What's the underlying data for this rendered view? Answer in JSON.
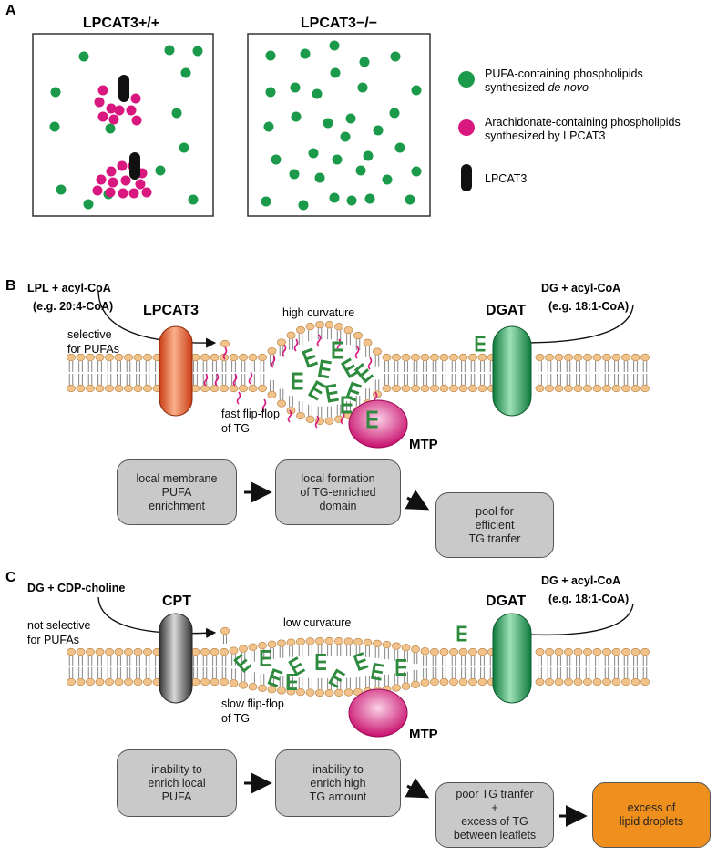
{
  "panel_a": {
    "label": "A",
    "wt_title": "LPCAT3+/+",
    "ko_title": "LPCAT3−/−",
    "legend": {
      "pufa_line1": "PUFA-containing phospholipids",
      "pufa_line2_plain": "synthesized ",
      "pufa_line2_italic": "de novo",
      "ara_line1": "Arachidonate-containing phospholipids",
      "ara_line2": "synthesized by LPCAT3",
      "lpcat3": "LPCAT3"
    }
  },
  "panel_b": {
    "label": "B",
    "left_sub_1": "LPL + acyl-CoA",
    "left_sub_2": "(e.g. 20:4-CoA)",
    "left_enzyme": "LPCAT3",
    "left_note_1": "selective",
    "left_note_2": "for PUFAs",
    "curvature": "high curvature",
    "flip_1": "fast flip-flop",
    "flip_2": "of TG",
    "right_sub_1": "DG + acyl-CoA",
    "right_sub_2": "(e.g. 18:1-CoA)",
    "right_enzyme": "DGAT",
    "mtp": "MTP",
    "boxes": [
      "local membrane\nPUFA\nenrichment",
      "local formation\nof TG-enriched\ndomain",
      "pool for\nefficient\nTG tranfer"
    ]
  },
  "panel_c": {
    "label": "C",
    "left_sub_1": "DG + CDP-choline",
    "left_enzyme": "CPT",
    "left_note_1": "not selective",
    "left_note_2": "for PUFAs",
    "curvature": "low curvature",
    "flip_1": "slow flip-flop",
    "flip_2": "of TG",
    "right_sub_1": "DG + acyl-CoA",
    "right_sub_2": "(e.g. 18:1-CoA)",
    "right_enzyme": "DGAT",
    "mtp": "MTP",
    "boxes": [
      "inability to\nenrich local\nPUFA",
      "inability to\nenrich high\nTG amount",
      "poor TG tranfer\n+\nexcess of TG\nbetween leaflets",
      "excess of\nlipid droplets"
    ]
  },
  "colors": {
    "pufa_green": "#1a9a4a",
    "arachidonate_magenta": "#d8187f",
    "lpcat3_black": "#111111",
    "lipid_head": "#f2c28b",
    "tg_green": "#2e8b3e",
    "box_gray": "#c9c9c9",
    "box_orange": "#ef8f1e",
    "lpcat3_orange": "#e8572a",
    "dgat_green": "#1f9c5a",
    "cpt_gray": "#6b6b6b",
    "mtp_magenta": "#d81a7e"
  }
}
